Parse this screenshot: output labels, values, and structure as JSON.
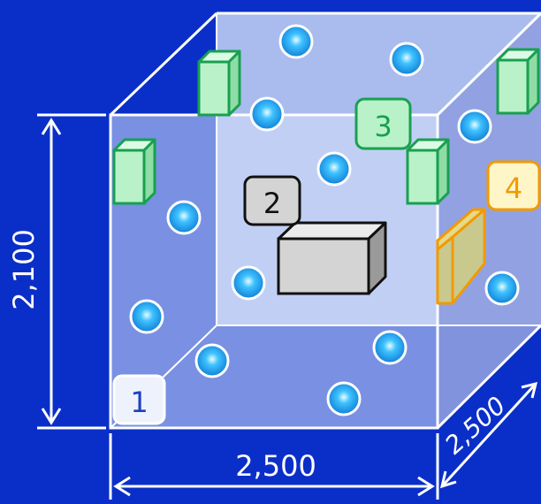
{
  "colors": {
    "background": "#0a2fc8",
    "cube_face": "#c7d4f5",
    "cube_edge": "#ffffff",
    "dimension_line": "#ffffff",
    "sensor_core": "#2aa8f0",
    "green_fill": "#b9f2c8",
    "green_stroke": "#18a050",
    "orange_fill": "#c9c98e",
    "orange_stroke": "#f29a00",
    "gray_fill": "#d4d4d4"
  },
  "icons": {
    "sensor": "blue-dot-icon",
    "small_device": "green-box-icon",
    "large_device": "gray-box-icon",
    "panel": "orange-panel-icon"
  },
  "dimensions": {
    "height": "2,100",
    "width": "2,500",
    "depth": "2,500"
  },
  "labels": {
    "label1": "1",
    "label2": "2",
    "label3": "3",
    "label4": "4"
  }
}
